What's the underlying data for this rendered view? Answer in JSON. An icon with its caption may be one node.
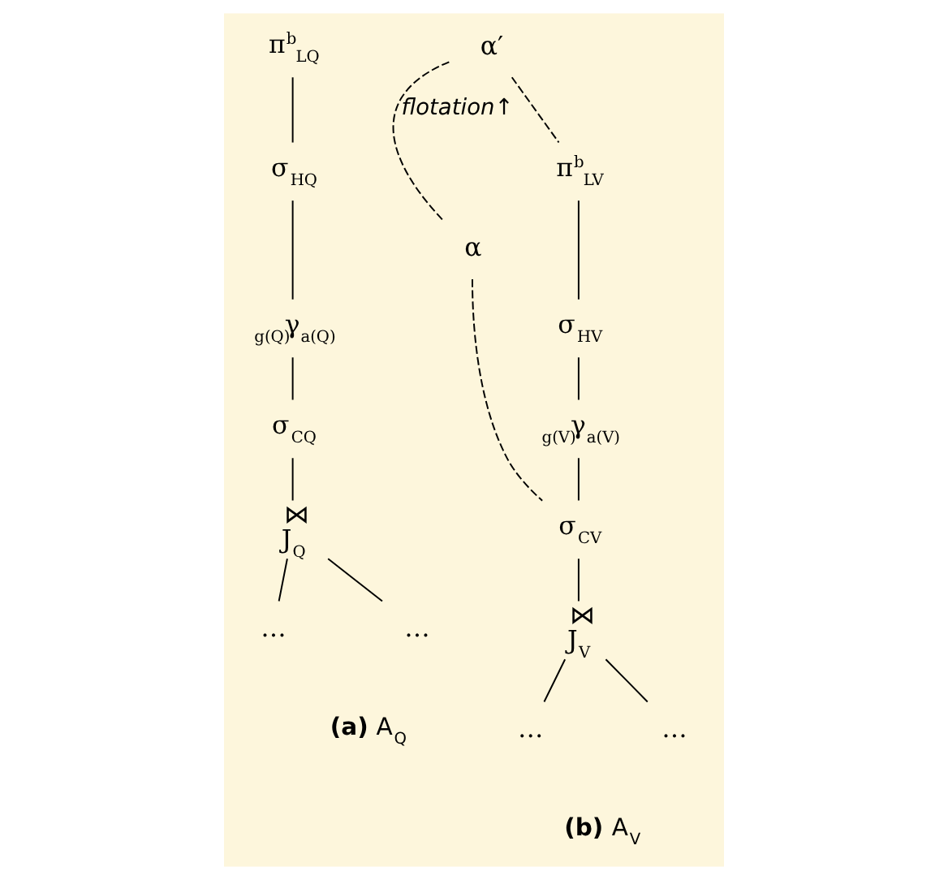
{
  "diagram": {
    "nodes": [
      {
        "text": [
          "π$^{b}$$_{LQ}$"
        ]
      },
      {
        "text": [
          "σ$_{HQ}$"
        ]
      },
      {
        "text": [
          "$_{g(Q)}$γ$_{a(Q)}$"
        ]
      },
      {
        "text": [
          "σ$_{CQ}$"
        ]
      },
      {
        "text": [
          "⋈",
          "J$_{Q}$"
        ]
      },
      {
        "text": [
          "…"
        ]
      },
      {
        "text": [
          "…"
        ]
      },
      {
        "text": [
          "α′"
        ]
      },
      {
        "text": [
          "α"
        ]
      },
      {
        "text": [
          "π$^{b}$$_{LV}$"
        ]
      },
      {
        "text": [
          "σ$_{HV}$"
        ]
      },
      {
        "text": [
          "$_{g(V)}$γ$_{a(V)}$"
        ]
      },
      {
        "text": [
          "σ$_{CV}$"
        ]
      },
      {
        "text": [
          "⋈",
          "J$_{V}$"
        ]
      },
      {
        "text": [
          "…"
        ]
      },
      {
        "text": [
          "…"
        ]
      }
    ],
    "edges": [
      {
        "from": 0,
        "to": 1,
        "arrow": "none"
      },
      {
        "from": 1,
        "to": 2,
        "arrow": "none"
      },
      {
        "from": 2,
        "to": 3,
        "arrow": "none"
      },
      {
        "from": 3,
        "to": 4,
        "arrow": "none"
      },
      {
        "from": 4,
        "to": 5,
        "arrow": "none"
      },
      {
        "from": 4,
        "to": 6,
        "arrow": "none"
      },
      {
        "from": 7,
        "to": 9,
        "arrow": "none",
        "style": "dashed"
      },
      {
        "from": 7,
        "to": 8,
        "arrow": "none",
        "style": "dashed",
        "label": "flotation↑"
      },
      {
        "from": 8,
        "to": 12,
        "arrow": "none",
        "style": "dashed"
      },
      {
        "from": 9,
        "to": 10,
        "arrow": "none"
      },
      {
        "from": 10,
        "to": 11,
        "arrow": "none"
      },
      {
        "from": 11,
        "to": 12,
        "arrow": "none"
      },
      {
        "from": 12,
        "to": 13,
        "arrow": "none"
      },
      {
        "from": 13,
        "to": 14,
        "arrow": "none"
      },
      {
        "from": 13,
        "to": 15,
        "arrow": "none"
      }
    ],
    "labels": [
      "**(a)** A$_{Q}$",
      "**(b)** A$_{V}$"
    ]
  }
}
